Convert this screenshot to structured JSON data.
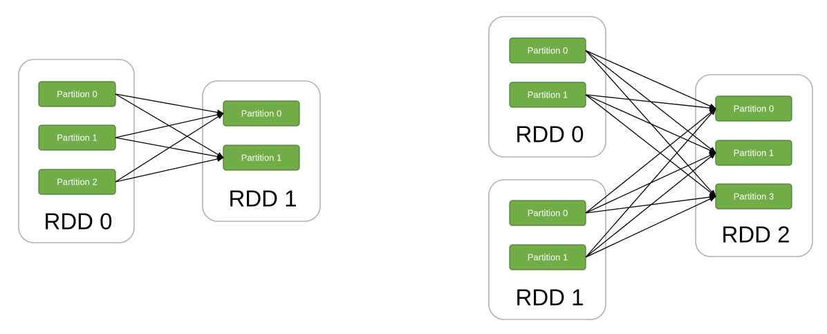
{
  "colors": {
    "partition_fill": "#70ad47",
    "partition_border": "#507e32",
    "rdd_border": "#b3b3b3",
    "arrow": "#000000"
  },
  "left": {
    "rdd0": {
      "label": "RDD 0",
      "partitions": [
        "Partition 0",
        "Partition 1",
        "Partition 2"
      ]
    },
    "rdd1": {
      "label": "RDD 1",
      "partitions": [
        "Partition 0",
        "Partition 1"
      ]
    }
  },
  "right": {
    "rdd0": {
      "label": "RDD 0",
      "partitions": [
        "Partition 0",
        "Partition 1"
      ]
    },
    "rdd1": {
      "label": "RDD 1",
      "partitions": [
        "Partition 0",
        "Partition 1"
      ]
    },
    "rdd2": {
      "label": "RDD 2",
      "partitions": [
        "Partition 0",
        "Partition 1",
        "Partition 3"
      ]
    }
  }
}
